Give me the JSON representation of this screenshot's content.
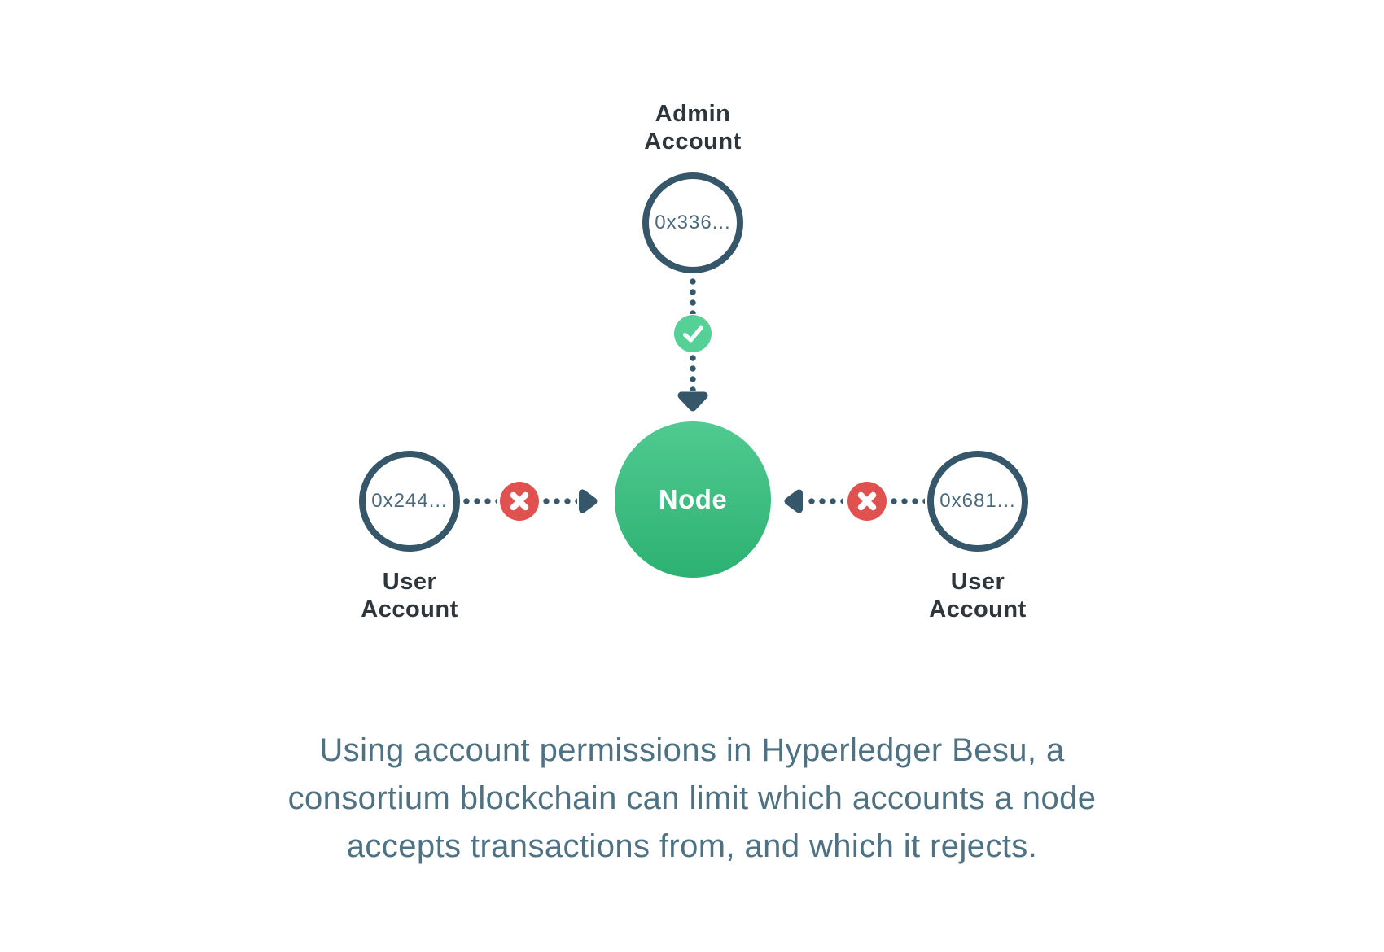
{
  "colors": {
    "slate": "#36566A",
    "label_dark": "#2E363C",
    "address_text": "#4A6A7B",
    "node_green_top": "#50CA90",
    "node_green_bottom": "#2DB173",
    "check_green": "#55D096",
    "deny_red": "#E05250",
    "caption_text": "#4E7183"
  },
  "diagram": {
    "admin_account": {
      "label_lines": [
        "Admin",
        "Account"
      ],
      "address": "0x336...",
      "permission": "allowed",
      "icon": "check-icon"
    },
    "node": {
      "label": "Node"
    },
    "user_account_left": {
      "label_lines": [
        "User",
        "Account"
      ],
      "address": "0x244...",
      "permission": "denied",
      "icon": "x-icon"
    },
    "user_account_right": {
      "label_lines": [
        "User",
        "Account"
      ],
      "address": "0x681...",
      "permission": "denied",
      "icon": "x-icon"
    }
  },
  "caption": {
    "lines": [
      "Using account permissions in Hyperledger Besu, a",
      "consortium blockchain can limit which accounts a node",
      "accepts transactions from, and which it rejects."
    ]
  }
}
